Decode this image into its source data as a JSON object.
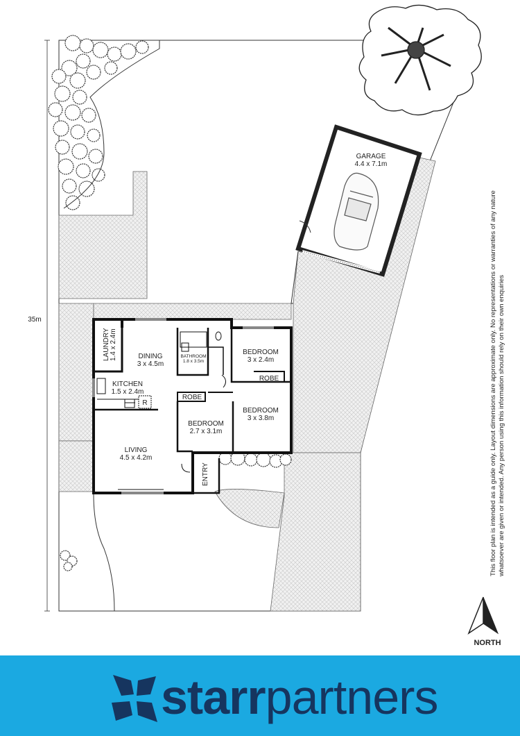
{
  "plan": {
    "site_length": "35m",
    "rooms": [
      {
        "name": "GARAGE",
        "size": "4.4 x 7.1m"
      },
      {
        "name": "LAUNDRY",
        "size": "1.4 x 2.4m"
      },
      {
        "name": "DINING",
        "size": "3 x 4.5m"
      },
      {
        "name": "BATHROOM",
        "size": "1.8 x 3.5m"
      },
      {
        "name": "BEDROOM",
        "size": "3 x 2.4m"
      },
      {
        "name": "ROBE",
        "size": ""
      },
      {
        "name": "KITCHEN",
        "size": "1.5 x 2.4m"
      },
      {
        "name": "R",
        "size": ""
      },
      {
        "name": "ROBE",
        "size": ""
      },
      {
        "name": "BEDROOM",
        "size": "3 x 3.8m"
      },
      {
        "name": "BEDROOM",
        "size": "2.7 x 3.1m"
      },
      {
        "name": "LIVING",
        "size": "4.5 x 4.2m"
      },
      {
        "name": "ENTRY",
        "size": ""
      }
    ],
    "north_label": "NORTH"
  },
  "disclaimer": {
    "line1": "This floor plan is intended as a guide only. Layout dimensions are approximate only. No representations or warranties of any nature",
    "line2": "whatsoever are given or intended. Any person using this information should rely on their own enquiries"
  },
  "brand": {
    "part1": "starr",
    "part2": "partners",
    "color": "#1ba9e1",
    "text_color": "#16355f"
  }
}
